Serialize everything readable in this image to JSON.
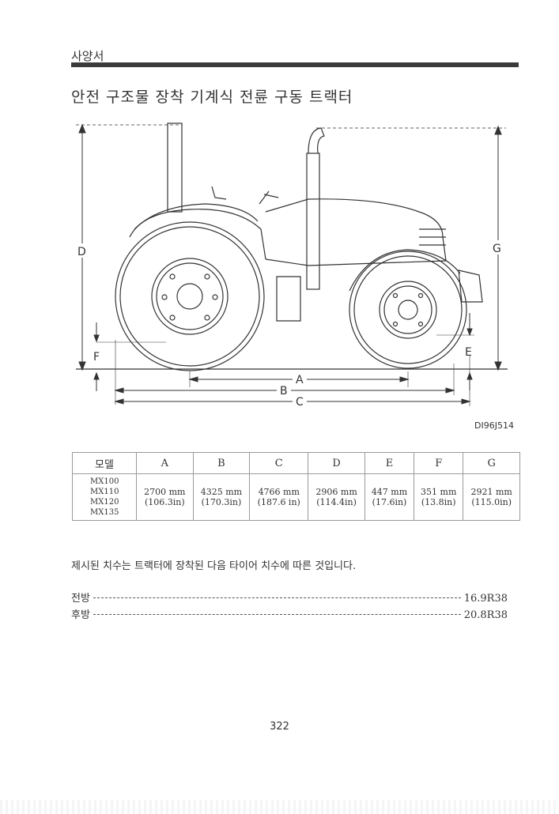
{
  "header": {
    "section": "사양서",
    "title": "안전 구조물 장착 기계식 전륜 구동 트랙터"
  },
  "figure": {
    "code": "DI96J514",
    "labels": {
      "A": "A",
      "B": "B",
      "C": "C",
      "D": "D",
      "E": "E",
      "F": "F",
      "G": "G"
    }
  },
  "table": {
    "headers": [
      "모델",
      "A",
      "B",
      "C",
      "D",
      "E",
      "F",
      "G"
    ],
    "models": [
      "MX100",
      "MX110",
      "MX120",
      "MX135"
    ],
    "cells": [
      {
        "mm": "2700 mm",
        "in": "(106.3in)"
      },
      {
        "mm": "4325 mm",
        "in": "(170.3in)"
      },
      {
        "mm": "4766 mm",
        "in": "(187.6 in)"
      },
      {
        "mm": "2906 mm",
        "in": "(114.4in)"
      },
      {
        "mm": "447 mm",
        "in": "(17.6in)"
      },
      {
        "mm": "351 mm",
        "in": "(13.8in)"
      },
      {
        "mm": "2921 mm",
        "in": "(115.0in)"
      }
    ]
  },
  "note": "제시된 치수는 트랙터에 장착된 다음 타이어 치수에 따른 것입니다.",
  "tires": [
    {
      "label": "전방",
      "value": "16.9R38"
    },
    {
      "label": "후방",
      "value": "20.8R38"
    }
  ],
  "page_number": "322"
}
